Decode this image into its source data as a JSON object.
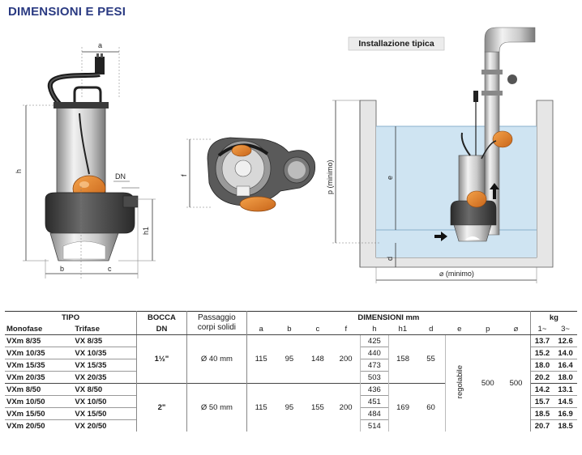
{
  "title": "DIMENSIONI E PESI",
  "diagram": {
    "installation_title": "Installazione tipica",
    "dim_labels": [
      "a",
      "h",
      "DN",
      "h1",
      "b",
      "c",
      "f",
      "p (minimo)",
      "e",
      "d",
      "⌀ (minimo)"
    ]
  },
  "table": {
    "headers": {
      "tipo": "TIPO",
      "bocca": "BOCCA",
      "passaggio": "Passaggio corpi solidi",
      "dimensioni": "DIMENSIONI mm",
      "kg": "kg",
      "monofase": "Monofase",
      "trifase": "Trifase",
      "dn": "DN",
      "a": "a",
      "b": "b",
      "c": "c",
      "f": "f",
      "h": "h",
      "h1": "h1",
      "d": "d",
      "e": "e",
      "p": "p",
      "diam": "⌀",
      "kg1": "1~",
      "kg3": "3~"
    },
    "groups": [
      {
        "bocca": "1½\"",
        "passaggio": "Ø 40 mm",
        "a": "115",
        "b": "95",
        "c": "148",
        "f": "200",
        "h1": "158",
        "d": "55",
        "rows": [
          {
            "mono": "VXm 8/35",
            "tri": "VX 8/35",
            "h": "425",
            "kg1": "13.7",
            "kg3": "12.6"
          },
          {
            "mono": "VXm 10/35",
            "tri": "VX 10/35",
            "h": "440",
            "kg1": "15.2",
            "kg3": "14.0"
          },
          {
            "mono": "VXm 15/35",
            "tri": "VX 15/35",
            "h": "473",
            "kg1": "18.0",
            "kg3": "16.4"
          },
          {
            "mono": "VXm 20/35",
            "tri": "VX 20/35",
            "h": "503",
            "kg1": "20.2",
            "kg3": "18.0"
          }
        ]
      },
      {
        "bocca": "2\"",
        "passaggio": "Ø 50 mm",
        "a": "115",
        "b": "95",
        "c": "155",
        "f": "200",
        "h1": "169",
        "d": "60",
        "rows": [
          {
            "mono": "VXm 8/50",
            "tri": "VX 8/50",
            "h": "436",
            "kg1": "14.2",
            "kg3": "13.1"
          },
          {
            "mono": "VXm 10/50",
            "tri": "VX 10/50",
            "h": "451",
            "kg1": "15.7",
            "kg3": "14.5"
          },
          {
            "mono": "VXm 15/50",
            "tri": "VX 15/50",
            "h": "484",
            "kg1": "18.5",
            "kg3": "16.9"
          },
          {
            "mono": "VXm 20/50",
            "tri": "VX 20/50",
            "h": "514",
            "kg1": "20.7",
            "kg3": "18.5"
          }
        ]
      }
    ],
    "e_value": "regolabile",
    "p_value": "500",
    "diam_value": "500"
  },
  "colors": {
    "title": "#2a3a82",
    "float": "#e8892b",
    "water": "#cfe4f2",
    "pump_body": "#3d3d3d"
  }
}
